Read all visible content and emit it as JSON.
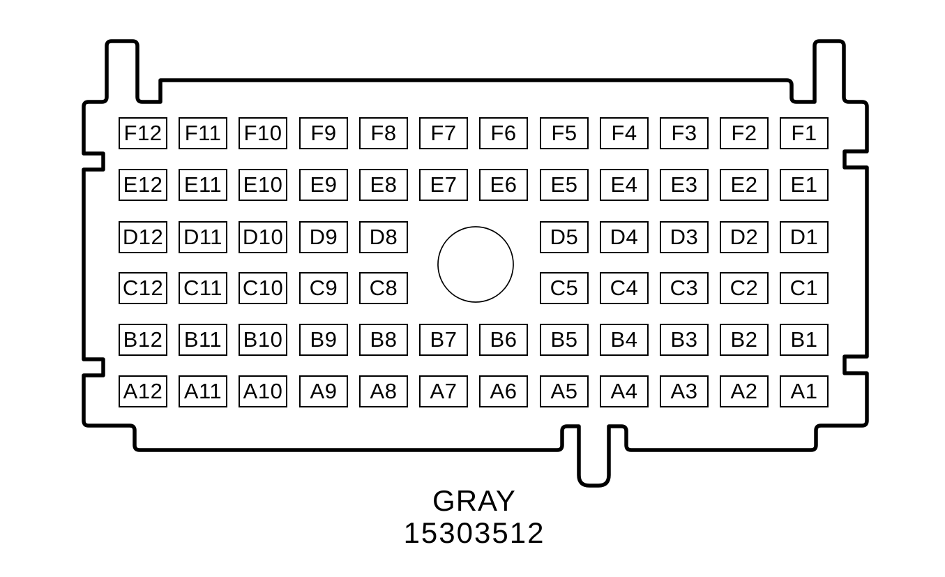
{
  "colors": {
    "line": "#000000",
    "background": "#ffffff"
  },
  "footer": {
    "connector_color": "GRAY",
    "part_number": "15303512"
  },
  "connector": {
    "rows": [
      {
        "letter": "F",
        "cells": [
          "F12",
          "F11",
          "F10",
          "F9",
          "F8",
          "F7",
          "F6",
          "F5",
          "F4",
          "F3",
          "F2",
          "F1"
        ]
      },
      {
        "letter": "E",
        "cells": [
          "E12",
          "E11",
          "E10",
          "E9",
          "E8",
          "E7",
          "E6",
          "E5",
          "E4",
          "E3",
          "E2",
          "E1"
        ]
      },
      {
        "letter": "D",
        "cells": [
          "D12",
          "D11",
          "D10",
          "D9",
          "D8",
          null,
          null,
          "D5",
          "D4",
          "D3",
          "D2",
          "D1"
        ]
      },
      {
        "letter": "C",
        "cells": [
          "C12",
          "C11",
          "C10",
          "C9",
          "C8",
          null,
          null,
          "C5",
          "C4",
          "C3",
          "C2",
          "C1"
        ]
      },
      {
        "letter": "B",
        "cells": [
          "B12",
          "B11",
          "B10",
          "B9",
          "B8",
          "B7",
          "B6",
          "B5",
          "B4",
          "B3",
          "B2",
          "B1"
        ]
      },
      {
        "letter": "A",
        "cells": [
          "A12",
          "A11",
          "A10",
          "A9",
          "A8",
          "A7",
          "A6",
          "A5",
          "A4",
          "A3",
          "A2",
          "A1"
        ]
      }
    ],
    "keyway": {
      "shape": "circle",
      "replaces": [
        "D7",
        "D6",
        "C7",
        "C6"
      ]
    }
  }
}
